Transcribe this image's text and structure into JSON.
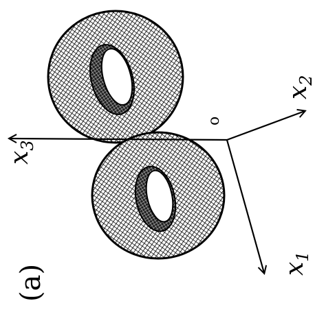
{
  "figure": {
    "panel_label": "(a)",
    "origin_label": "o",
    "axes": {
      "x1": {
        "base": "x",
        "sub": "1"
      },
      "x2": {
        "base": "x",
        "sub": "2"
      },
      "x3": {
        "base": "x",
        "sub": "3"
      }
    },
    "shapes": [
      "torus-upper",
      "torus-lower"
    ],
    "ink_color": "#000000",
    "paper_color": "#ffffff"
  }
}
